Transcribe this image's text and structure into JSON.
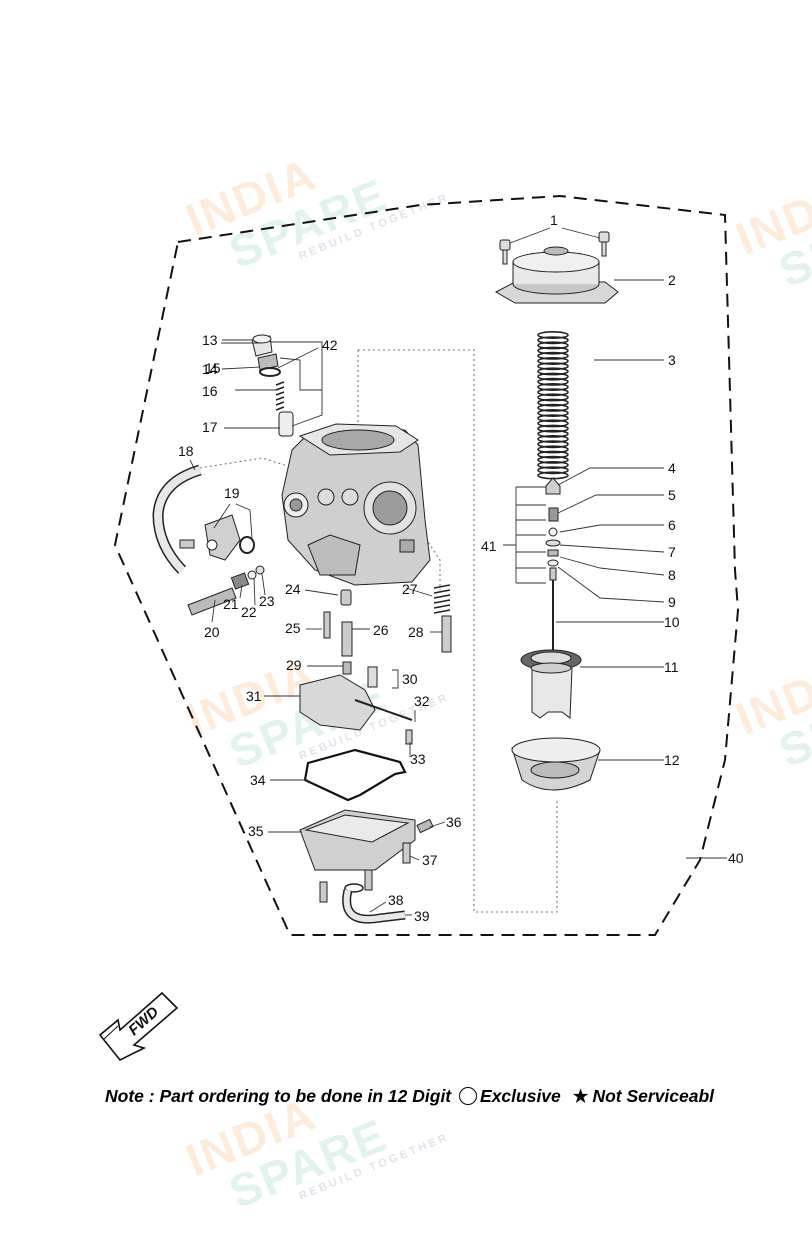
{
  "diagram": {
    "callouts": [
      "1",
      "2",
      "3",
      "4",
      "5",
      "6",
      "7",
      "8",
      "9",
      "10",
      "11",
      "12",
      "13",
      "14",
      "15",
      "16",
      "17",
      "18",
      "19",
      "20",
      "21",
      "22",
      "23",
      "24",
      "25",
      "26",
      "27",
      "28",
      "29",
      "30",
      "31",
      "32",
      "33",
      "34",
      "35",
      "36",
      "37",
      "38",
      "39",
      "40",
      "41",
      "42"
    ],
    "fwd_label": "FWD"
  },
  "note": {
    "text": "Note : Part ordering to be done in 12 Digit",
    "exclusive": "Exclusive",
    "star": "★",
    "not_serviceable": "Not Serviceabl"
  },
  "watermark": {
    "line1": "INDIA",
    "line2": "SPARE",
    "tagline": "REBUILD TOGETHER"
  }
}
